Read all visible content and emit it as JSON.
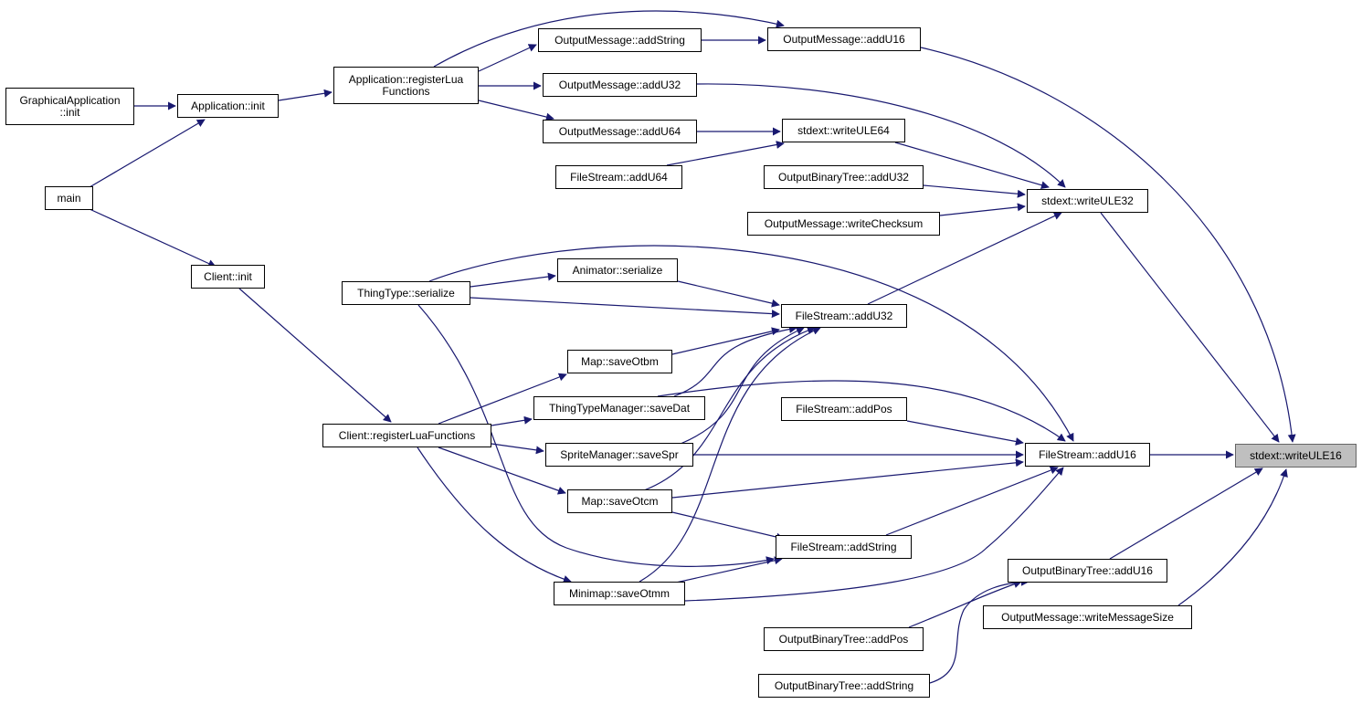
{
  "graph": {
    "edge_color": "#191970",
    "target_fill": "#bfbfbf",
    "nodes": {
      "graphical_app_init": "GraphicalApplication\n::init",
      "main": "main",
      "app_init": "Application::init",
      "client_init": "Client::init",
      "app_register": "Application::registerLua\nFunctions",
      "client_register": "Client::registerLuaFunctions",
      "thingtype_serialize": "ThingType::serialize",
      "om_addstring": "OutputMessage::addString",
      "om_addu32": "OutputMessage::addU32",
      "om_addu64": "OutputMessage::addU64",
      "fs_addu64": "FileStream::addU64",
      "animator_serialize": "Animator::serialize",
      "map_saveotbm": "Map::saveOtbm",
      "ttm_savedat": "ThingTypeManager::saveDat",
      "sm_savespr": "SpriteManager::saveSpr",
      "map_saveotcm": "Map::saveOtcm",
      "minimap_saveotmm": "Minimap::saveOtmm",
      "om_addu16": "OutputMessage::addU16",
      "stdext_writeule64": "stdext::writeULE64",
      "obt_addu32": "OutputBinaryTree::addU32",
      "om_writechecksum": "OutputMessage::writeChecksum",
      "fs_addu32": "FileStream::addU32",
      "fs_addpos": "FileStream::addPos",
      "fs_addstring": "FileStream::addString",
      "obt_addpos": "OutputBinaryTree::addPos",
      "obt_addstring": "OutputBinaryTree::addString",
      "stdext_writeule32": "stdext::writeULE32",
      "fs_addu16": "FileStream::addU16",
      "obt_addu16": "OutputBinaryTree::addU16",
      "om_writemessagesize": "OutputMessage::writeMessageSize",
      "stdext_writeule16": "stdext::writeULE16"
    }
  }
}
